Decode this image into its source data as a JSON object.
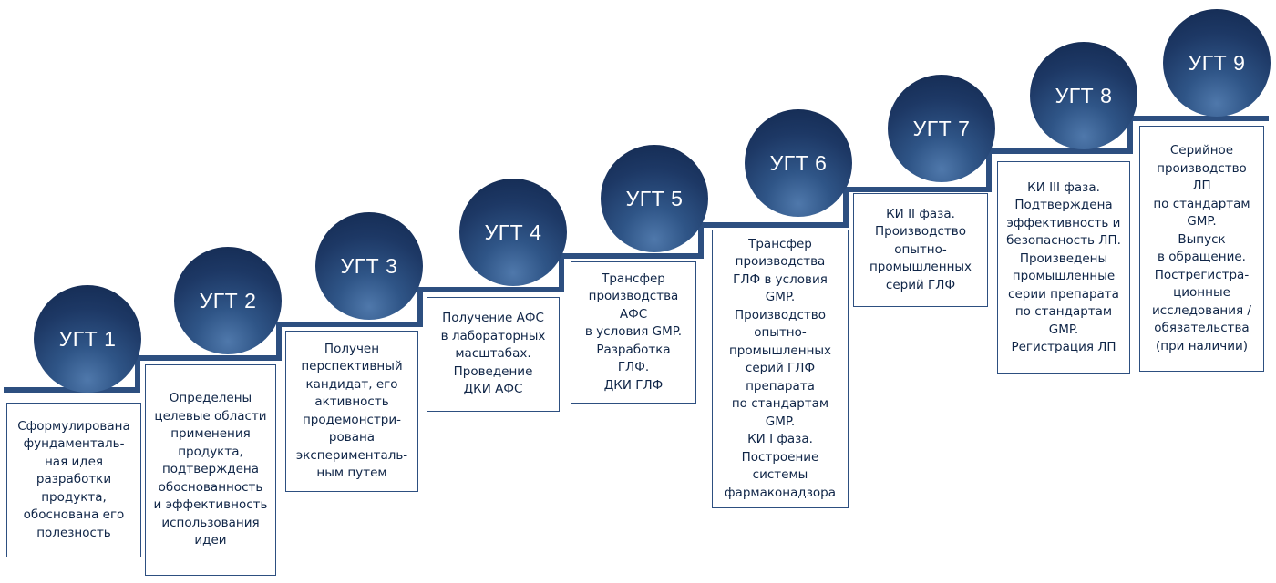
{
  "colors": {
    "stair": "#2d4f80",
    "circle_dark": "#12284e",
    "circle_light": "#4f78ab",
    "text": "#0f2547"
  },
  "steps": [
    {
      "label": "УГТ 1",
      "description": "Сформулирована\nфундаменталь-\nная идея\nразработки\nпродукта,\nобоснована его\nполезность"
    },
    {
      "label": "УГТ 2",
      "description": "Определены\nцелевые области\nприменения\nпродукта,\nподтверждена\nобоснованность\nи эффективность\nиспользования\nидеи"
    },
    {
      "label": "УГТ 3",
      "description": "Получен\nперспективный\nкандидат, его\nактивность\nпродемонстри-\nрована\nэксперименталь-\nным путем"
    },
    {
      "label": "УГТ 4",
      "description": "Получение АФС\nв лабораторных\nмасштабах.\nПроведение\nДКИ АФС"
    },
    {
      "label": "УГТ 5",
      "description": "Трансфер\nпроизводства\nАФС\nв условия GMP.\nРазработка\nГЛФ.\nДКИ ГЛФ"
    },
    {
      "label": "УГТ 6",
      "description": "Трансфер\nпроизводства\nГЛФ в условия\nGMP.\nПроизводство\nопытно-\nпромышленных\nсерий ГЛФ\nпрепарата\nпо стандартам\nGMP.\nКИ I фаза.\nПостроение\nсистемы\nфармаконадзора"
    },
    {
      "label": "УГТ 7",
      "description": "КИ II фаза.\nПроизводство\nопытно-\nпромышленных\nсерий ГЛФ"
    },
    {
      "label": "УГТ 8",
      "description": "КИ III фаза.\nПодтверждена\nэффективность и\nбезопасность ЛП.\nПроизведены\nпромышленные\nсерии препарата\nпо стандартам\nGMP.\nРегистрация ЛП"
    },
    {
      "label": "УГТ 9",
      "description": "Серийное\nпроизводство\nЛП\nпо стандартам\nGMP.\nВыпуск\nв обращение.\nПострегистра-\nционные\nисследования /\nобязательства\n(при наличии)"
    }
  ]
}
